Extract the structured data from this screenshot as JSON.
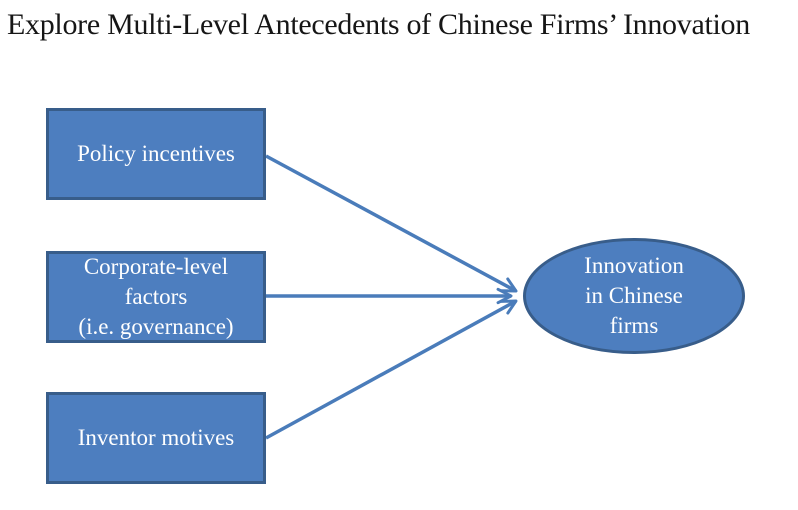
{
  "title": "Explore Multi-Level Antecedents of Chinese Firms’ Innovation",
  "colors": {
    "node_fill": "#4d7ebf",
    "node_border": "#385d8a",
    "arrow": "#4a7cba",
    "node_text": "#ffffff",
    "title_text": "#161616",
    "background": "#ffffff"
  },
  "diagram": {
    "nodes": [
      {
        "id": "policy",
        "shape": "rectangle",
        "label": "Policy incentives"
      },
      {
        "id": "corporate",
        "shape": "rectangle",
        "label": "Corporate-level\nfactors\n(i.e. governance)"
      },
      {
        "id": "inventor",
        "shape": "rectangle",
        "label": "Inventor motives"
      },
      {
        "id": "innovation",
        "shape": "ellipse",
        "label": "Innovation\nin Chinese\nfirms"
      }
    ],
    "edges": [
      {
        "from": "policy",
        "to": "innovation"
      },
      {
        "from": "corporate",
        "to": "innovation"
      },
      {
        "from": "inventor",
        "to": "innovation"
      }
    ]
  }
}
